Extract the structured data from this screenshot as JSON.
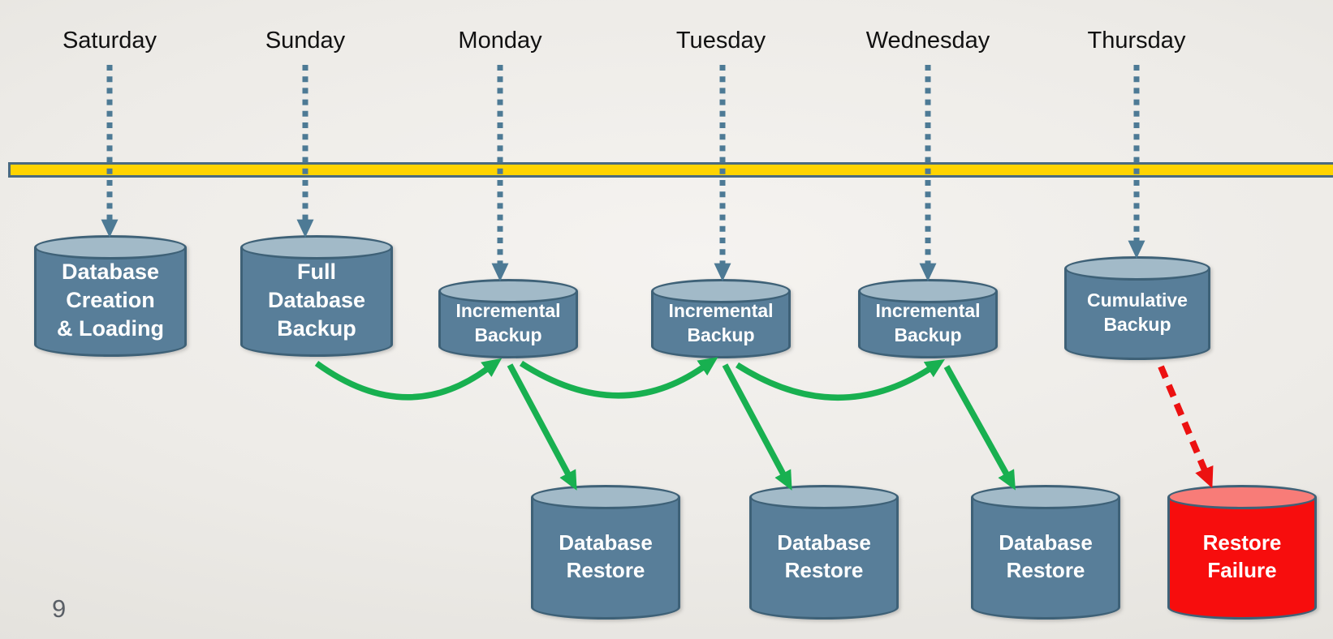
{
  "slide": {
    "page_number": "9"
  },
  "days": [
    {
      "label": "Saturday"
    },
    {
      "label": "Sunday"
    },
    {
      "label": "Monday"
    },
    {
      "label": "Tuesday"
    },
    {
      "label": "Wednesday"
    },
    {
      "label": "Thursday"
    }
  ],
  "backups": [
    {
      "label": "Database\nCreation\n& Loading",
      "day": "Saturday"
    },
    {
      "label": "Full\nDatabase\nBackup",
      "day": "Sunday"
    },
    {
      "label": "Incremental\nBackup",
      "day": "Monday"
    },
    {
      "label": "Incremental\nBackup",
      "day": "Tuesday"
    },
    {
      "label": "Incremental\nBackup",
      "day": "Wednesday"
    },
    {
      "label": "Cumulative\nBackup",
      "day": "Thursday"
    }
  ],
  "restores": [
    {
      "label": "Database\nRestore",
      "status": "success"
    },
    {
      "label": "Database\nRestore",
      "status": "success"
    },
    {
      "label": "Database\nRestore",
      "status": "success"
    },
    {
      "label": "Restore\nFailure",
      "status": "failure"
    }
  ],
  "connections": [
    {
      "from": "Full Database Backup",
      "to": "Incremental Backup (Monday)",
      "style": "green-curve"
    },
    {
      "from": "Incremental Backup (Monday)",
      "to": "Incremental Backup (Tuesday)",
      "style": "green-curve"
    },
    {
      "from": "Incremental Backup (Tuesday)",
      "to": "Incremental Backup (Wednesday)",
      "style": "green-curve"
    },
    {
      "from": "Incremental Backup (Monday)",
      "to": "Database Restore 1",
      "style": "green-straight"
    },
    {
      "from": "Incremental Backup (Tuesday)",
      "to": "Database Restore 2",
      "style": "green-straight"
    },
    {
      "from": "Incremental Backup (Wednesday)",
      "to": "Database Restore 3",
      "style": "green-straight"
    },
    {
      "from": "Cumulative Backup",
      "to": "Restore Failure",
      "style": "red-dashed"
    }
  ],
  "colors": {
    "cylinder_body": "#587E99",
    "cylinder_top": "#A2BAC8",
    "cylinder_border": "#3E6177",
    "failure_body": "#F70D0D",
    "failure_top": "#F87C78",
    "day_arrow": "#4D7A95",
    "restore_arrow": "#18B050",
    "failure_arrow": "#EC1111",
    "timeline_fill": "#FFD400",
    "timeline_border": "#4A6A80"
  }
}
